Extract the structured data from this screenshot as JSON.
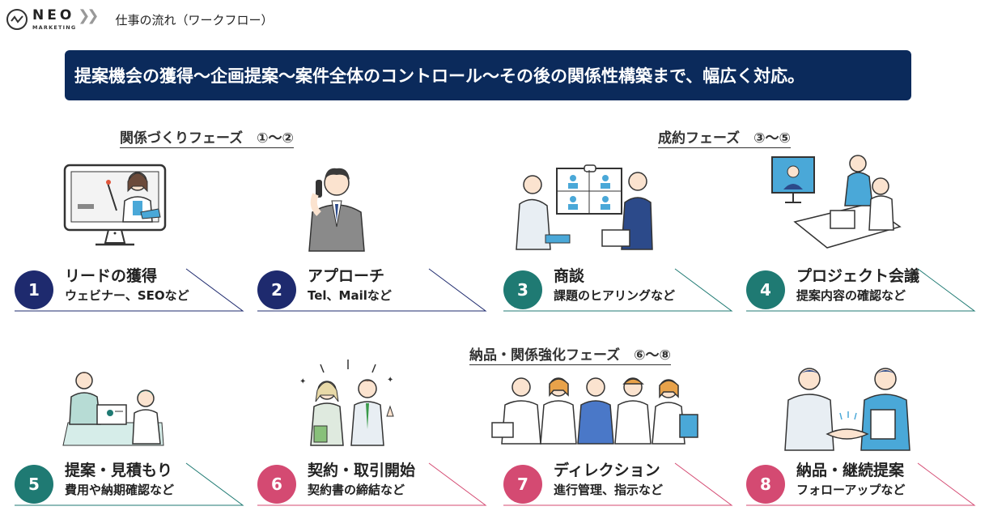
{
  "header": {
    "logo_main": "NEO",
    "logo_sub": "MARKETING",
    "title": "仕事の流れ（ワークフロー）"
  },
  "banner": {
    "text": "提案機会の獲得～企画提案～案件全体のコントロール～その後の関係性構築まで、幅広く対応。"
  },
  "phases": [
    {
      "label": "関係づくりフェーズ　①～②"
    },
    {
      "label": "成約フェーズ　③～⑤"
    },
    {
      "label": "納品・関係強化フェーズ　⑥～⑧"
    }
  ],
  "steps": [
    {
      "num": "1",
      "title": "リードの獲得",
      "sub": "ウェビナー、SEOなど",
      "color": "#1e2a6e"
    },
    {
      "num": "2",
      "title": "アプローチ",
      "sub": "Tel、Mailなど",
      "color": "#1e2a6e"
    },
    {
      "num": "3",
      "title": "商談",
      "sub": "課題のヒアリングなど",
      "color": "#1f7a73"
    },
    {
      "num": "4",
      "title": "プロジェクト会議",
      "sub": "提案内容の確認など",
      "color": "#1f7a73"
    },
    {
      "num": "5",
      "title": "提案・見積もり",
      "sub": "費用や納期確認など",
      "color": "#1f7a73"
    },
    {
      "num": "6",
      "title": "契約・取引開始",
      "sub": "契約書の締結など",
      "color": "#d44a72"
    },
    {
      "num": "7",
      "title": "ディレクション",
      "sub": "進行管理、指示など",
      "color": "#d44a72"
    },
    {
      "num": "8",
      "title": "納品・継続提案",
      "sub": "フォローアップなど",
      "color": "#d44a72"
    }
  ],
  "illustrations": [
    {
      "icon": "webinar-monitor-icon"
    },
    {
      "icon": "phone-call-person-icon"
    },
    {
      "icon": "video-meeting-icon"
    },
    {
      "icon": "online-project-meeting-icon"
    },
    {
      "icon": "proposal-estimate-icon"
    },
    {
      "icon": "contract-agreement-icon"
    },
    {
      "icon": "direction-team-icon"
    },
    {
      "icon": "handshake-delivery-icon"
    }
  ],
  "colors": {
    "banner": "#0b2a5b",
    "phase1": "#1e2a6e",
    "phase2": "#1f7a73",
    "phase3": "#d44a72",
    "accent_blue": "#4aa8d8"
  }
}
